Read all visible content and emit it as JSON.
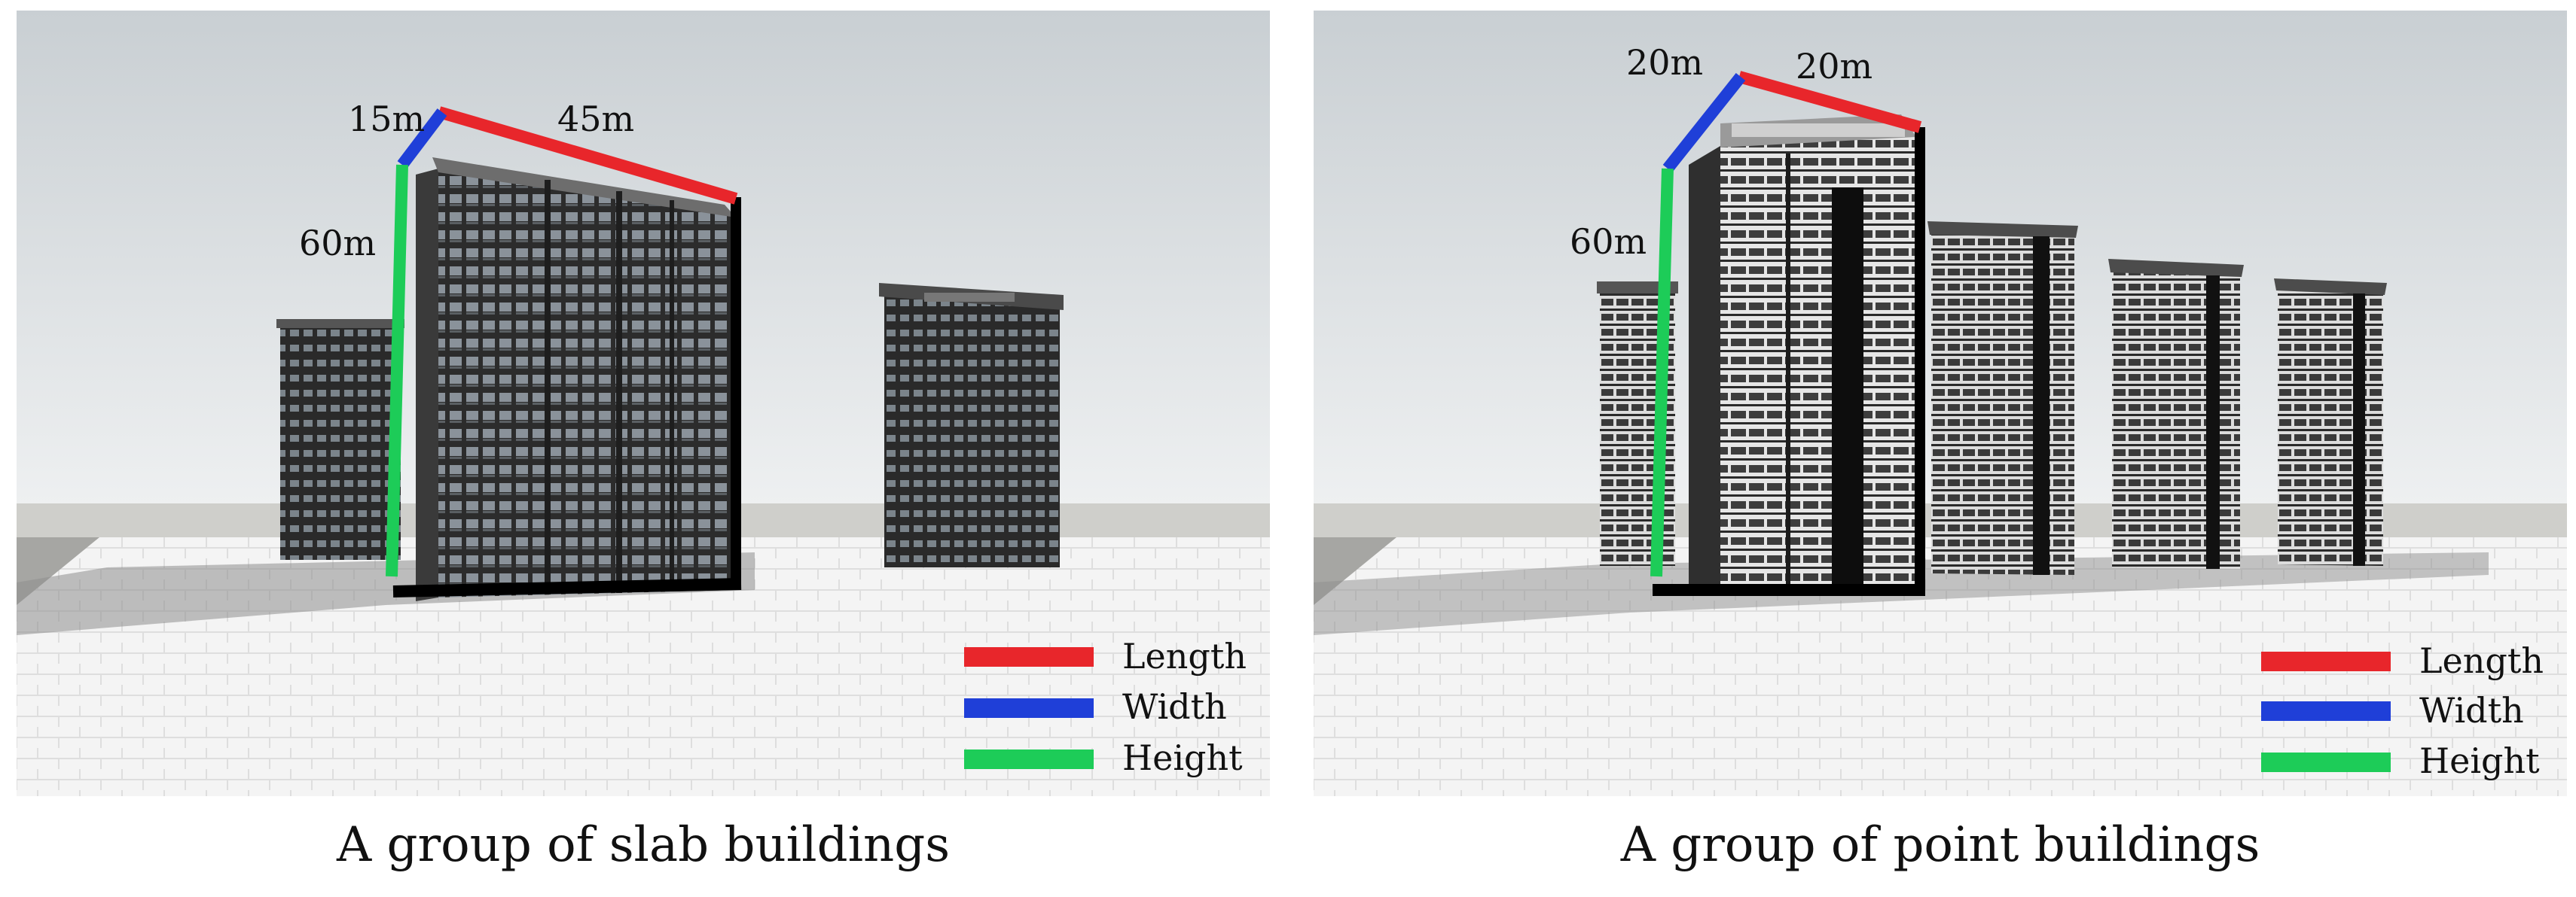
{
  "panels": [
    {
      "caption": "A group of slab buildings",
      "dimensions": {
        "length": "45m",
        "width": "15m",
        "height": "60m"
      }
    },
    {
      "caption": "A group of point buildings",
      "dimensions": {
        "length": "20m",
        "width": "20m",
        "height": "60m"
      }
    }
  ],
  "legend": [
    {
      "label": "Length",
      "color": "#e8262b"
    },
    {
      "label": "Width",
      "color": "#1f3fd8"
    },
    {
      "label": "Height",
      "color": "#1dcc58"
    }
  ]
}
